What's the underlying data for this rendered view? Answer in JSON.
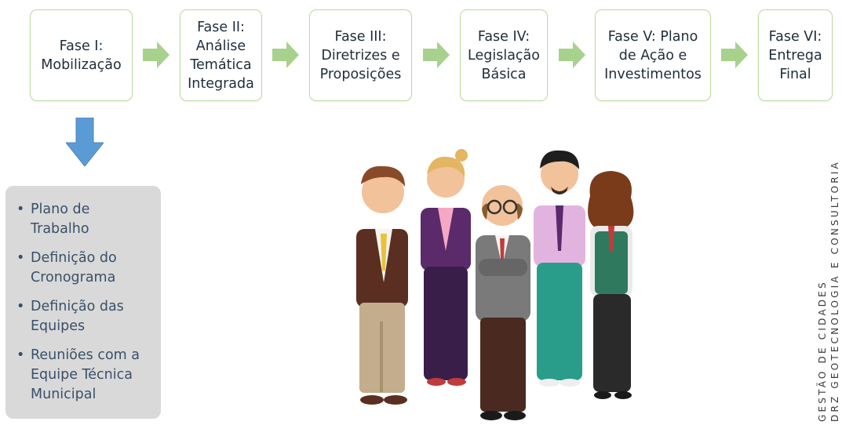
{
  "phases": [
    {
      "label": "Fase I:\nMobilização"
    },
    {
      "label": "Fase II:\nAnálise\nTemática\nIntegrada"
    },
    {
      "label": "Fase III:\nDiretrizes e\nProposições"
    },
    {
      "label": "Fase IV:\nLegislação\nBásica"
    },
    {
      "label": "Fase V: Plano\nde Ação e\nInvestimentos"
    },
    {
      "label": "Fase VI:\nEntrega\nFinal"
    }
  ],
  "phase1_items": [
    "Plano de\nTrabalho",
    "Definição do\nCronograma",
    "Definição das\nEquipes",
    "Reuniões com a\nEquipe Técnica\nMunicipal"
  ],
  "side_text": {
    "line1": "GESTÃO DE CIDADES",
    "line2": "DRZ GEOTECNOLOGIA E CONSULTORIA"
  },
  "colors": {
    "phase_border": "#b9dc9f",
    "arrow_green": "#a9d18e",
    "arrow_blue": "#5b9bd5",
    "box_gray": "#d9d9d9",
    "text_blue": "#3a5069"
  },
  "illustration": {
    "icon": "business-team-illustration"
  }
}
